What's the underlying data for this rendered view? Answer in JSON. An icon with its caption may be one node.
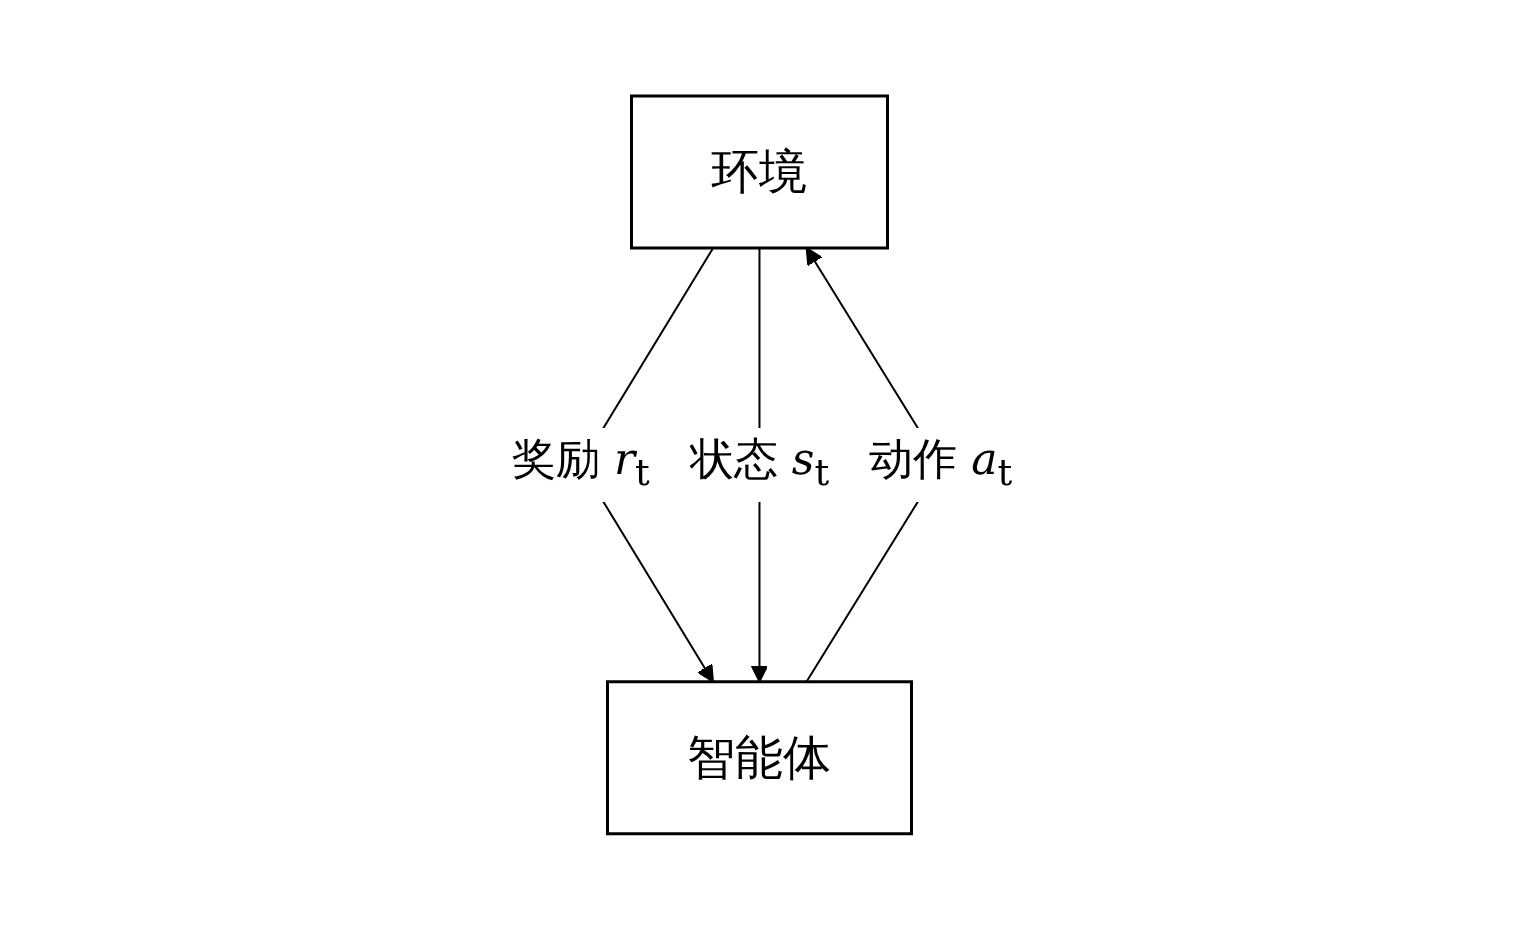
{
  "diagram": {
    "nodes": [
      {
        "text": [
          "环境"
        ]
      },
      {
        "text": [
          "智能体"
        ]
      }
    ],
    "edges": [
      {
        "from": 1,
        "to": 0,
        "arrow": "to",
        "label": "动作 *a*$_{t}$"
      },
      {
        "from": 0,
        "to": 1,
        "arrow": "to",
        "label": "奖励 *r*$_{t}$"
      },
      {
        "from": 0,
        "to": 1,
        "arrow": "to",
        "label": "状态 *s*$_{t}$"
      }
    ]
  }
}
